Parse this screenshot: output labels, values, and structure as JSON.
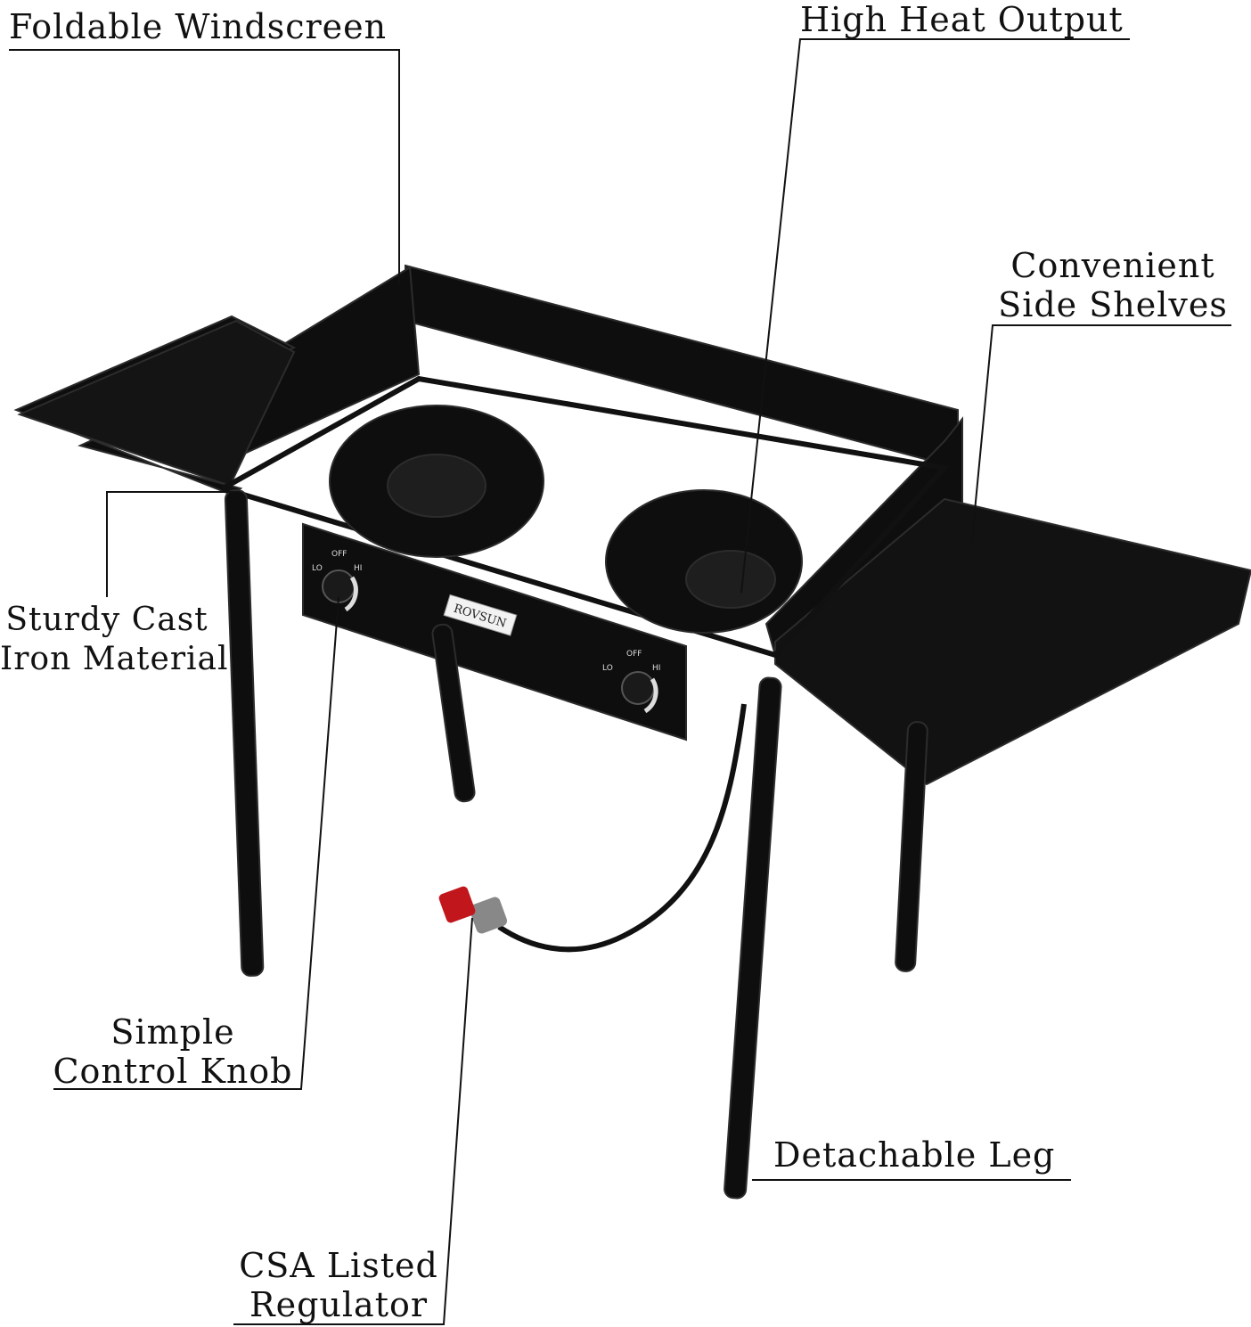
{
  "labels": {
    "windscreen": "Foldable Windscreen",
    "heat": "High Heat Output",
    "shelves_line1": "Convenient",
    "shelves_line2": "Side Shelves",
    "cast_line1": "Sturdy Cast",
    "cast_line2": "Iron Material",
    "knob_line1": "Simple",
    "knob_line2": "Control Knob",
    "leg": "Detachable Leg",
    "reg_line1": "CSA Listed",
    "reg_line2": "Regulator"
  },
  "product": {
    "brand": "ROVSUN",
    "knob_marks": [
      "LO",
      "OFF",
      "HI"
    ]
  },
  "colors": {
    "stove": "#0e0e0e",
    "stove_edge": "#2c2c2c",
    "regulator": "#c0161c",
    "leader": "#111111"
  }
}
